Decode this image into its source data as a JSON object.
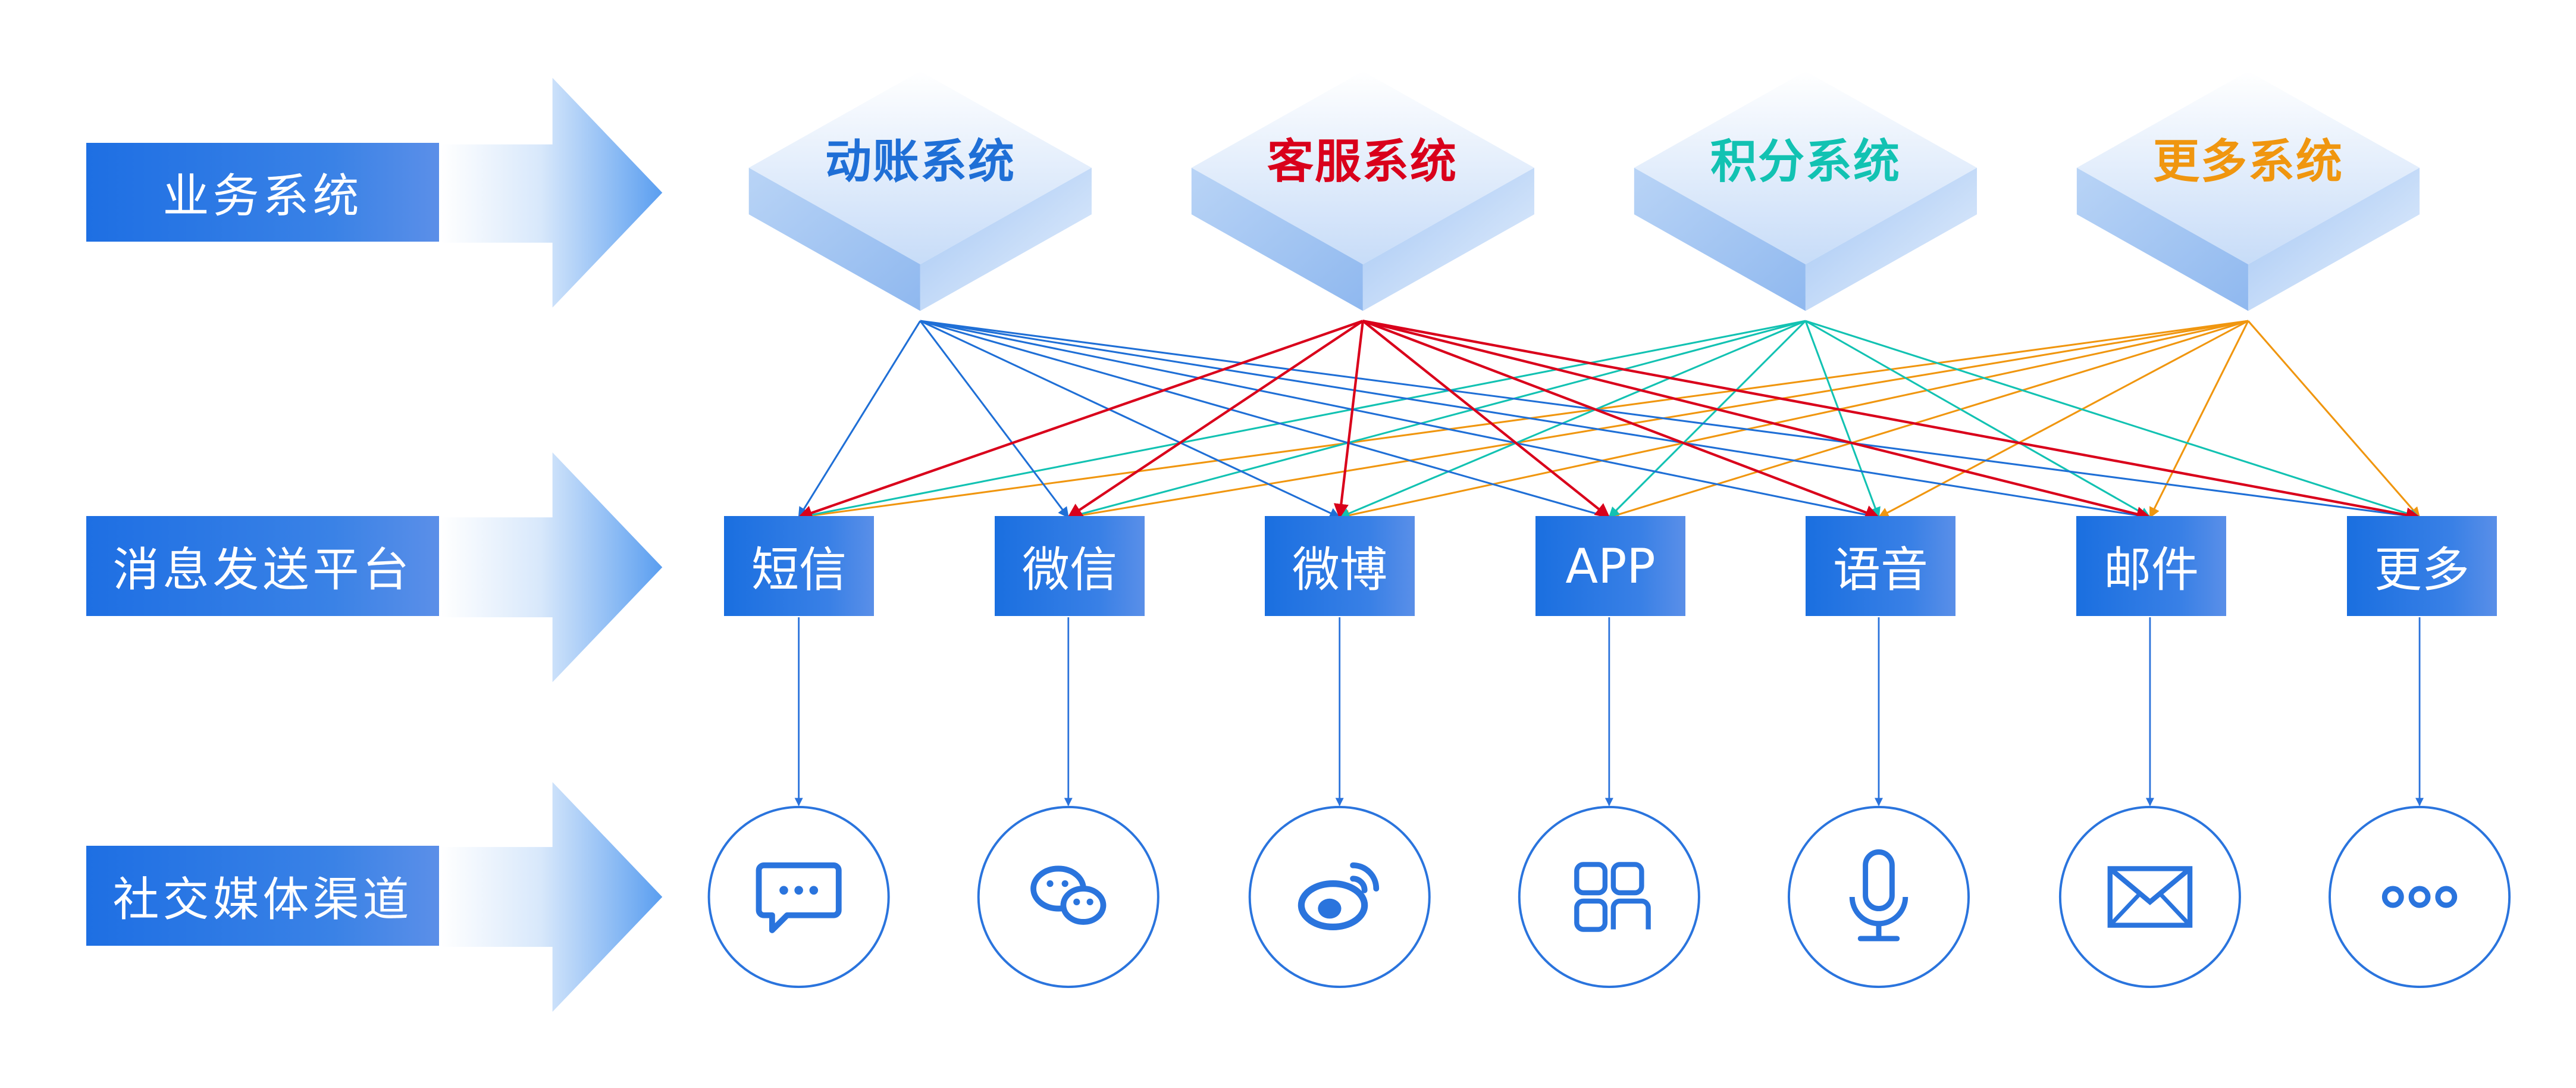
{
  "rows": {
    "business": "业务系统",
    "platform": "消息发送平台",
    "social": "社交媒体渠道"
  },
  "systems": [
    {
      "name": "动账系统",
      "color": "#1f6fd6"
    },
    {
      "name": "客服系统",
      "color": "#d9001b"
    },
    {
      "name": "积分系统",
      "color": "#12c2b2"
    },
    {
      "name": "更多系统",
      "color": "#f0960f"
    }
  ],
  "channels": [
    {
      "name": "短信",
      "icon": "sms-chat-bubble-icon"
    },
    {
      "name": "微信",
      "icon": "wechat-icon"
    },
    {
      "name": "微博",
      "icon": "weibo-icon"
    },
    {
      "name": "APP",
      "icon": "app-grid-icon"
    },
    {
      "name": "语音",
      "icon": "microphone-icon"
    },
    {
      "name": "邮件",
      "icon": "envelope-icon"
    },
    {
      "name": "更多",
      "icon": "more-dots-icon"
    }
  ],
  "colors": {
    "primary_blue": "#1e6fe3",
    "line_blue": "#2a72db",
    "circle_stroke": "#2a74dd"
  }
}
